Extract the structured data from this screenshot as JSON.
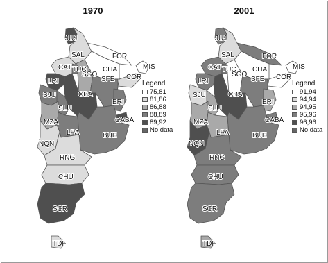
{
  "figure": {
    "maps": [
      {
        "id": "left",
        "title": "1970",
        "legend_title": "Legend",
        "legend": [
          {
            "label": "75,81",
            "color": "#ffffff"
          },
          {
            "label": "81,86",
            "color": "#dcdcdc"
          },
          {
            "label": "86,88",
            "color": "#a9a9a9"
          },
          {
            "label": "88,89",
            "color": "#7d7d7d"
          },
          {
            "label": "89,92",
            "color": "#4f4f4f"
          },
          {
            "label": "No data",
            "color": "#666666"
          }
        ],
        "provinces": [
          {
            "code": "JUJ",
            "cls": 4
          },
          {
            "code": "SAL",
            "cls": 1
          },
          {
            "code": "FOR",
            "cls": 0
          },
          {
            "code": "MIS",
            "cls": 0
          },
          {
            "code": "CHA",
            "cls": 0
          },
          {
            "code": "CAT",
            "cls": 1
          },
          {
            "code": "TUC",
            "cls": 3
          },
          {
            "code": "SGO",
            "cls": 2
          },
          {
            "code": "COR",
            "cls": 1
          },
          {
            "code": "SFE",
            "cls": 3
          },
          {
            "code": "LRI",
            "cls": 4
          },
          {
            "code": "SJU",
            "cls": 3
          },
          {
            "code": "CBA",
            "cls": 4
          },
          {
            "code": "ERI",
            "cls": 3
          },
          {
            "code": "SLU",
            "cls": 3
          },
          {
            "code": "MZA",
            "cls": 2
          },
          {
            "code": "CABA",
            "cls": 4
          },
          {
            "code": "LPA",
            "cls": 3
          },
          {
            "code": "BUE",
            "cls": 3
          },
          {
            "code": "NQN",
            "cls": 1
          },
          {
            "code": "RNG",
            "cls": 1
          },
          {
            "code": "CHU",
            "cls": 1
          },
          {
            "code": "SCR",
            "cls": 4
          },
          {
            "code": "TDF",
            "cls": 1
          }
        ]
      },
      {
        "id": "right",
        "title": "2001",
        "legend_title": "Legend",
        "legend": [
          {
            "label": "91,94",
            "color": "#ffffff"
          },
          {
            "label": "94,94",
            "color": "#dcdcdc"
          },
          {
            "label": "94,95",
            "color": "#a9a9a9"
          },
          {
            "label": "95,96",
            "color": "#7d7d7d"
          },
          {
            "label": "96,96",
            "color": "#4f4f4f"
          },
          {
            "label": "No data",
            "color": "#666666"
          }
        ],
        "provinces": [
          {
            "code": "JUJ",
            "cls": 3
          },
          {
            "code": "SAL",
            "cls": 1
          },
          {
            "code": "FOR",
            "cls": 3
          },
          {
            "code": "MIS",
            "cls": 0
          },
          {
            "code": "CHA",
            "cls": 0
          },
          {
            "code": "CAT",
            "cls": 3
          },
          {
            "code": "TUC",
            "cls": 3
          },
          {
            "code": "SGO",
            "cls": 0
          },
          {
            "code": "COR",
            "cls": 0
          },
          {
            "code": "SFE",
            "cls": 3
          },
          {
            "code": "LRI",
            "cls": 3
          },
          {
            "code": "SJU",
            "cls": 1
          },
          {
            "code": "CBA",
            "cls": 4
          },
          {
            "code": "ERI",
            "cls": 2
          },
          {
            "code": "SLU",
            "cls": 2
          },
          {
            "code": "MZA",
            "cls": 2
          },
          {
            "code": "CABA",
            "cls": 3
          },
          {
            "code": "LPA",
            "cls": 2
          },
          {
            "code": "BUE",
            "cls": 3
          },
          {
            "code": "NQN",
            "cls": 4
          },
          {
            "code": "RNG",
            "cls": 3
          },
          {
            "code": "CHU",
            "cls": 3
          },
          {
            "code": "SCR",
            "cls": 3
          },
          {
            "code": "TDF",
            "cls": 2
          }
        ]
      }
    ]
  }
}
